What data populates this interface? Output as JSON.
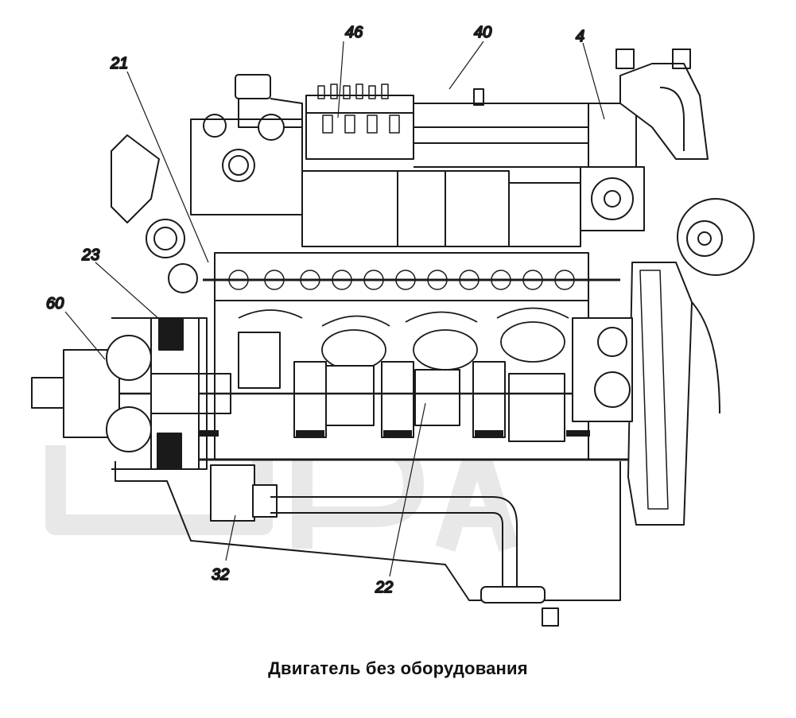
{
  "diagram": {
    "caption": "Двигатель без оборудования",
    "callouts": [
      {
        "id": "46",
        "text": "46"
      },
      {
        "id": "40",
        "text": "40"
      },
      {
        "id": "4",
        "text": "4"
      },
      {
        "id": "21",
        "text": "21"
      },
      {
        "id": "23",
        "text": "23"
      },
      {
        "id": "60",
        "text": "60"
      },
      {
        "id": "32",
        "text": "32"
      },
      {
        "id": "22",
        "text": "22"
      }
    ]
  }
}
